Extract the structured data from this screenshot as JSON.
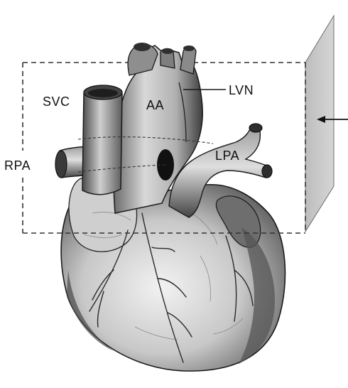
{
  "labels": {
    "svc": "SVC",
    "aa": "AA",
    "lvn": "LVN",
    "rpa": "RPA",
    "lpa": "LPA"
  },
  "colors": {
    "ink": "#1a1a1a",
    "muscle_light": "#dcdcdc",
    "muscle_mid": "#a8a8a8",
    "muscle_dark": "#4a4a4a",
    "plane_fill": "#c9c9c9",
    "dash": "#333333"
  },
  "icons": {
    "heart": "heart-illustration",
    "arrow": "arrow-left-icon",
    "plane": "imaging-plane"
  }
}
